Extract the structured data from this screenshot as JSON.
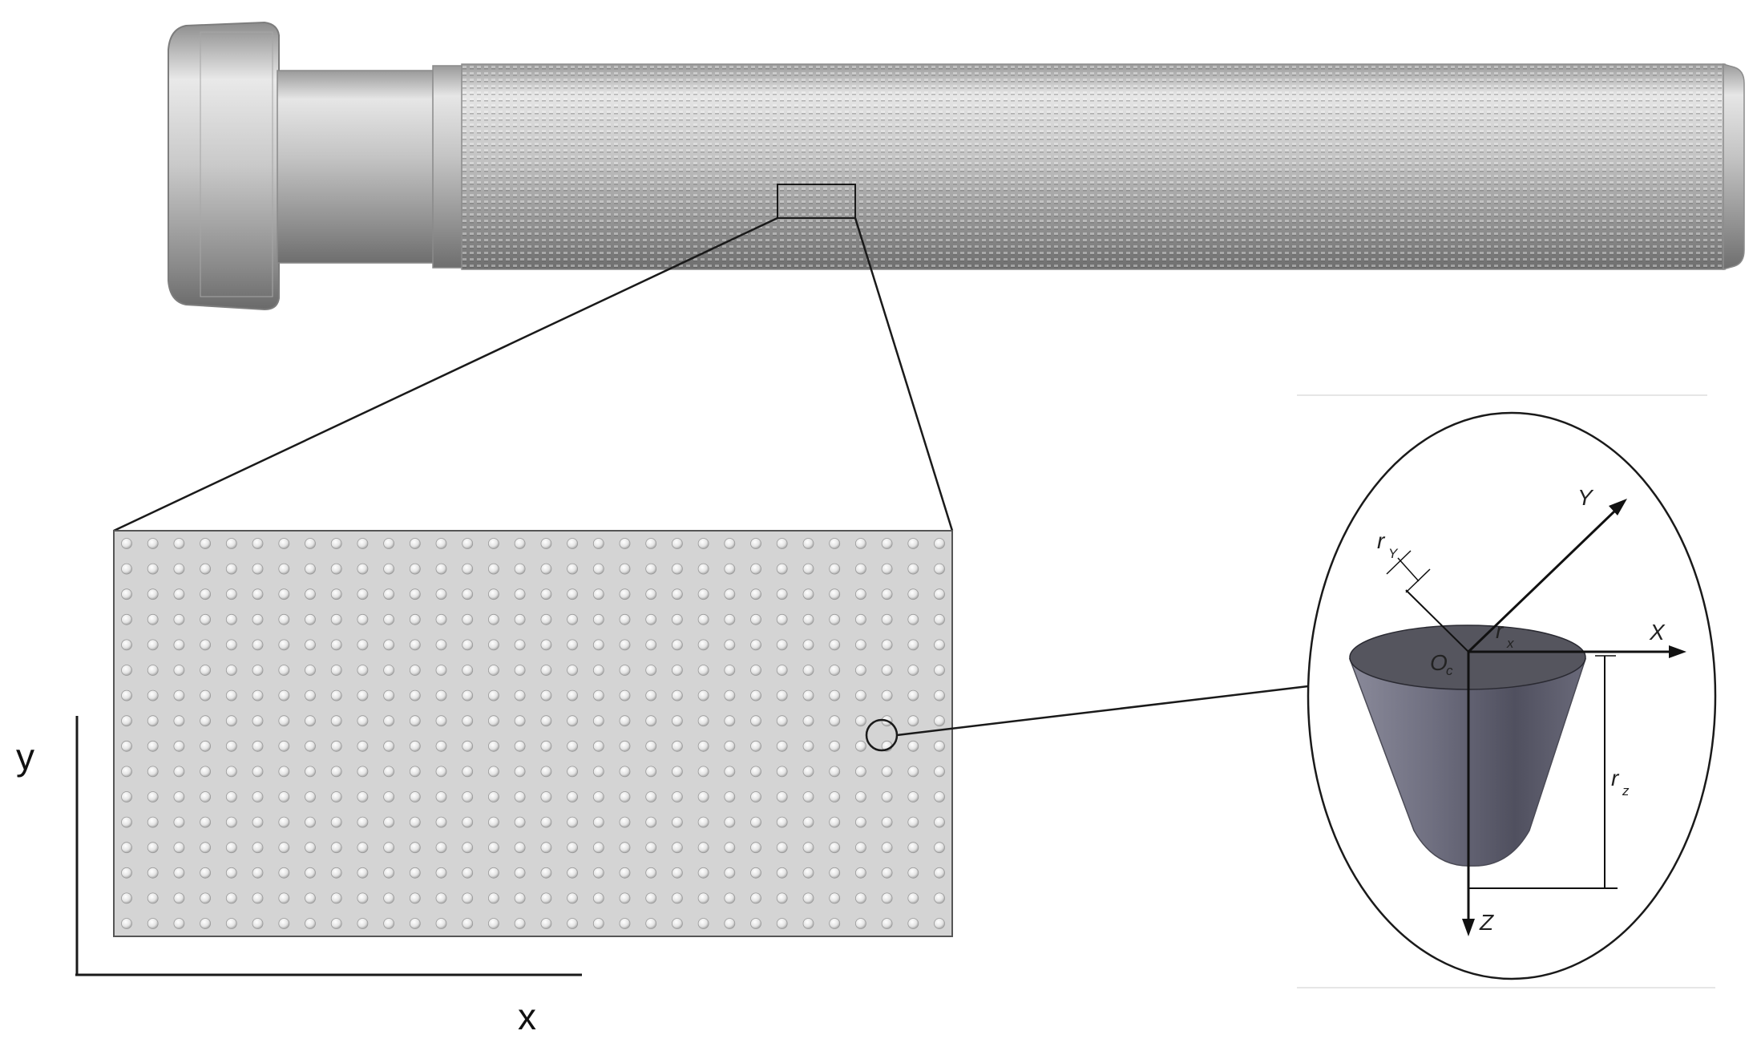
{
  "labels": {
    "plane_x": "x",
    "plane_y": "y",
    "axis_X": "X",
    "axis_Y": "Y",
    "axis_Z": "Z",
    "origin": "O",
    "origin_sub": "c",
    "radius": "r",
    "rx_sub": "x",
    "ry_sub": "Y",
    "rz_sub": "z"
  },
  "colors": {
    "rod": "#b9b9b9",
    "texture_panel": "#d4d4d4",
    "dimple": "#f2f2f2",
    "cone": "#5d5d6e",
    "cone_top": "#55555e",
    "line": "#1a1a1a"
  },
  "dimple_grid": {
    "columns": 32,
    "rows": 16
  }
}
